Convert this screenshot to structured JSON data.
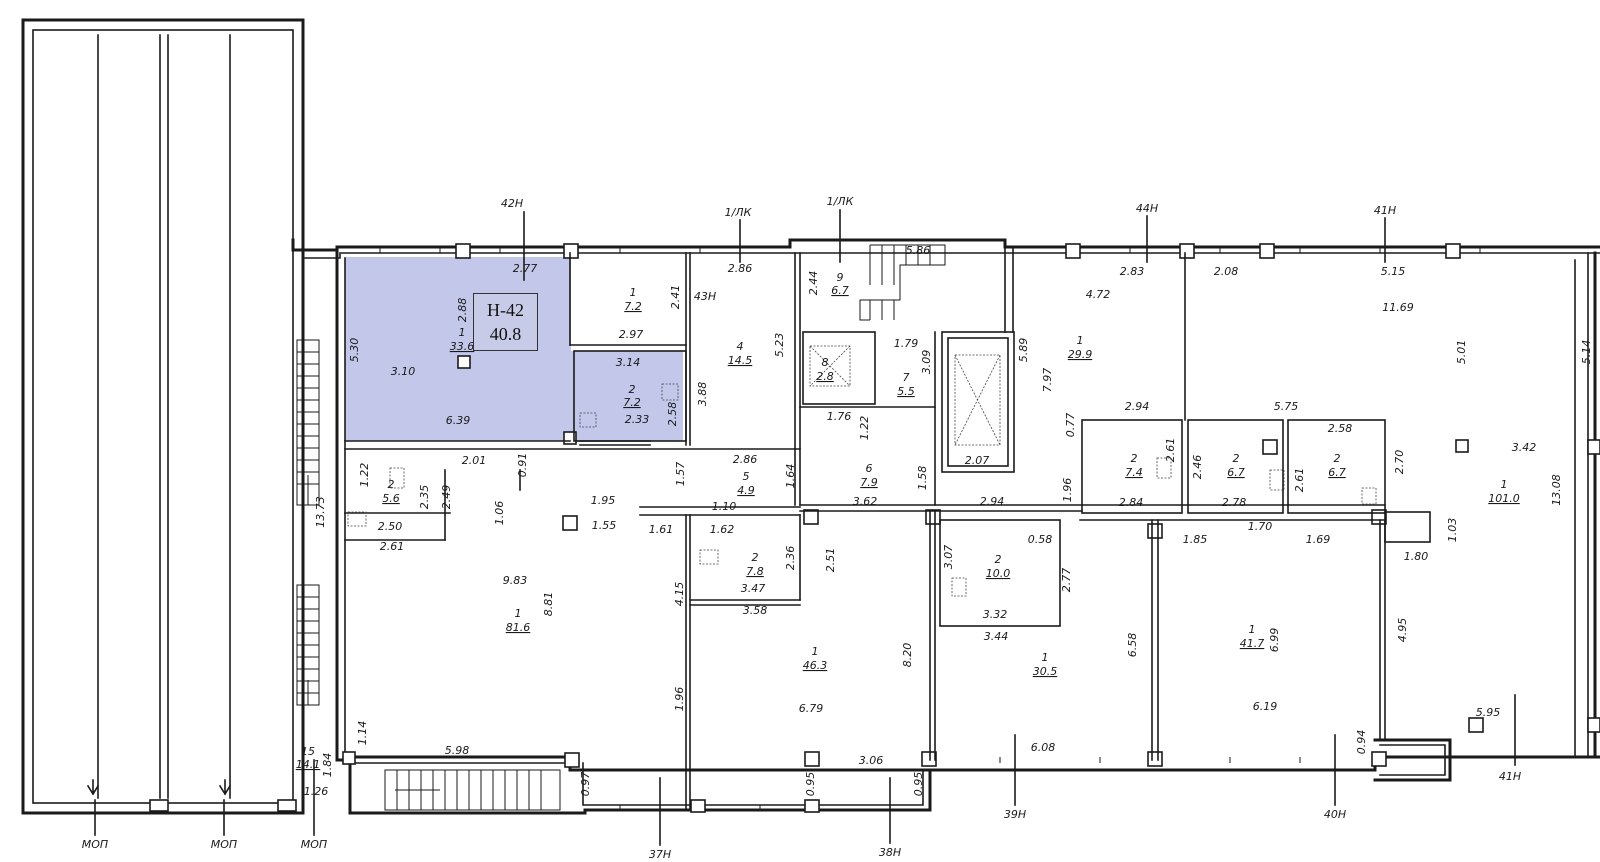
{
  "plan": {
    "highlight_color": "#b9bde6",
    "selected_unit": {
      "code": "Н-42",
      "area": "40.8"
    },
    "unit_labels": [
      "42Н",
      "1/ЛК",
      "1/ЛК",
      "44Н",
      "41Н",
      "43Н",
      "37Н",
      "38Н",
      "39Н",
      "40Н",
      "41Н"
    ],
    "mop_labels": [
      "МОП",
      "МОП",
      "МОП"
    ],
    "rooms": [
      {
        "no": "1",
        "area": "33.6"
      },
      {
        "no": "1",
        "area": "7.2"
      },
      {
        "no": "2",
        "area": "7.2"
      },
      {
        "no": "4",
        "area": "14.5"
      },
      {
        "no": "9",
        "area": "6.7"
      },
      {
        "no": "8",
        "area": "2.8"
      },
      {
        "no": "7",
        "area": "5.5"
      },
      {
        "no": "1",
        "area": "29.9"
      },
      {
        "no": "1",
        "area": "101.0"
      },
      {
        "no": "2",
        "area": "7.4"
      },
      {
        "no": "2",
        "area": "6.7"
      },
      {
        "no": "2",
        "area": "6.7"
      },
      {
        "no": "2",
        "area": "5.6"
      },
      {
        "no": "5",
        "area": "4.9"
      },
      {
        "no": "6",
        "area": "7.9"
      },
      {
        "no": "2",
        "area": "7.8"
      },
      {
        "no": "2",
        "area": "10.0"
      },
      {
        "no": "1",
        "area": "81.6"
      },
      {
        "no": "1",
        "area": "46.3"
      },
      {
        "no": "1",
        "area": "30.5"
      },
      {
        "no": "1",
        "area": "41.7"
      },
      {
        "no": "15",
        "area": "14.1"
      }
    ],
    "dimensions": [
      "2.77",
      "2.88",
      "5.30",
      "3.10",
      "6.39",
      "2.97",
      "2.41",
      "3.14",
      "2.33",
      "2.58",
      "2.86",
      "5.23",
      "3.88",
      "2.44",
      "5.86",
      "1.79",
      "3.09",
      "5.89",
      "7.97",
      "2.07",
      "1.76",
      "1.22",
      "1.58",
      "2.83",
      "4.72",
      "2.08",
      "5.15",
      "11.69",
      "5.01",
      "5.14",
      "2.94",
      "0.77",
      "2.61",
      "5.75",
      "2.46",
      "2.58",
      "2.61",
      "2.70",
      "3.42",
      "13.08",
      "1.96",
      "2.84",
      "2.78",
      "1.70",
      "1.85",
      "1.69",
      "1.03",
      "1.80",
      "2.01",
      "0.91",
      "1.22",
      "2.35",
      "2.49",
      "1.06",
      "2.50",
      "2.61",
      "1.57",
      "2.86",
      "1.64",
      "3.62",
      "2.94",
      "1.95",
      "1.55",
      "1.61",
      "1.10",
      "1.62",
      "2.36",
      "2.51",
      "3.47",
      "3.58",
      "3.07",
      "0.58",
      "2.77",
      "3.32",
      "3.44",
      "6.58",
      "6.99",
      "4.95",
      "9.83",
      "8.81",
      "4.15",
      "8.20",
      "13.73",
      "1.96",
      "6.79",
      "6.19",
      "1.14",
      "5.98",
      "0.97",
      "0.95",
      "3.06",
      "0.95",
      "6.08",
      "0.94",
      "5.95",
      "1.84",
      "1.26"
    ]
  }
}
